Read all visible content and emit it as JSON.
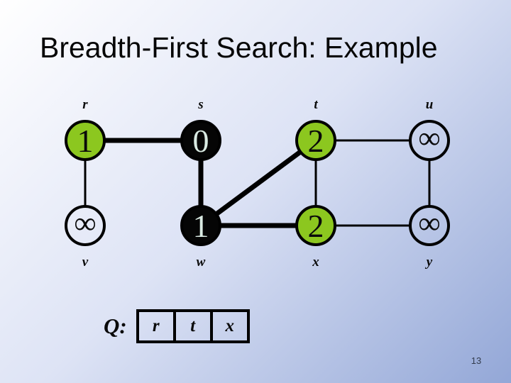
{
  "slide": {
    "title": "Breadth-First Search: Example",
    "page_number": "13"
  },
  "colors": {
    "frontier_fill": "#8CC71F",
    "finished_fill": "#050505",
    "undiscovered_fill": "none",
    "edge": "#000000",
    "value_on_finished": "#D9EAE2",
    "value_on_frontier": "#0A0A0A",
    "background_top_left": "#FFFFFF",
    "background_bottom_right": "#93A7D7"
  },
  "graph": {
    "nodes": [
      {
        "id": "r",
        "label": "r",
        "value": "1",
        "state": "frontier",
        "fill": "#8CC71F",
        "value_color": "#0A0A0A"
      },
      {
        "id": "s",
        "label": "s",
        "value": "0",
        "state": "finished",
        "fill": "#050505",
        "value_color": "#D9EAE2"
      },
      {
        "id": "t",
        "label": "t",
        "value": "2",
        "state": "frontier",
        "fill": "#8CC71F",
        "value_color": "#0A0A0A"
      },
      {
        "id": "u",
        "label": "u",
        "value": "∞",
        "state": "undiscovered",
        "fill": "none",
        "value_color": "#0A0A0A"
      },
      {
        "id": "v",
        "label": "v",
        "value": "∞",
        "state": "undiscovered",
        "fill": "none",
        "value_color": "#0A0A0A"
      },
      {
        "id": "w",
        "label": "w",
        "value": "1",
        "state": "finished",
        "fill": "#050505",
        "value_color": "#D9EAE2"
      },
      {
        "id": "x",
        "label": "x",
        "value": "2",
        "state": "frontier",
        "fill": "#8CC71F",
        "value_color": "#0A0A0A"
      },
      {
        "id": "y",
        "label": "y",
        "value": "∞",
        "state": "undiscovered",
        "fill": "none",
        "value_color": "#0A0A0A"
      }
    ],
    "edges": [
      {
        "from": "r",
        "to": "s",
        "tree": true
      },
      {
        "from": "s",
        "to": "w",
        "tree": true
      },
      {
        "from": "w",
        "to": "t",
        "tree": true
      },
      {
        "from": "w",
        "to": "x",
        "tree": true
      },
      {
        "from": "t",
        "to": "x",
        "tree": false
      },
      {
        "from": "t",
        "to": "u",
        "tree": false
      },
      {
        "from": "r",
        "to": "v",
        "tree": false
      },
      {
        "from": "u",
        "to": "y",
        "tree": false
      },
      {
        "from": "x",
        "to": "y",
        "tree": false
      }
    ]
  },
  "queue": {
    "label": "Q:",
    "items": [
      "r",
      "t",
      "x"
    ]
  }
}
